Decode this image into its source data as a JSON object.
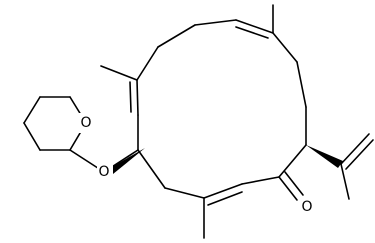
{
  "molecule": {
    "atoms": {
      "ring_oxygen": "O",
      "ether_oxygen": "O",
      "ketone_oxygen": "O"
    },
    "colors": {
      "bond": "#000000",
      "background": "#ffffff"
    }
  }
}
